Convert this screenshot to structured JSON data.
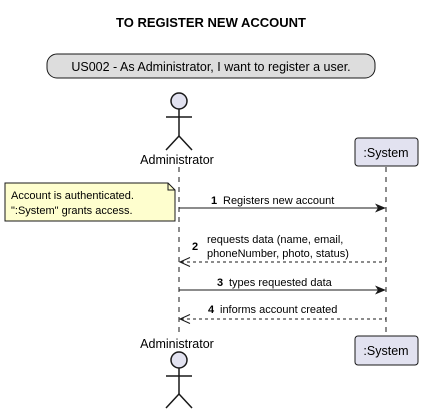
{
  "title": "TO REGISTER NEW ACCOUNT",
  "user_story": "US002 - As Administrator, I want to register a user.",
  "participants": {
    "actor": "Administrator",
    "system": ":System"
  },
  "note": {
    "line1": "Account is authenticated.",
    "line2": "\":System\" grants access."
  },
  "messages": [
    {
      "number": "1",
      "text": "Registers new account",
      "kind": "sync"
    },
    {
      "number": "2",
      "line1": "requests data (name, email,",
      "line2": "phoneNumber, photo, status)",
      "kind": "return"
    },
    {
      "number": "3",
      "text": "types requested data",
      "kind": "sync"
    },
    {
      "number": "4",
      "text": "informs account created",
      "kind": "return"
    }
  ],
  "colors": {
    "participant_fill": "#e2e2f0",
    "participant_border": "#181818",
    "story_fill": "#dddddd",
    "note_fill": "#fefece",
    "line": "#181818",
    "lifeline": "#181818"
  }
}
